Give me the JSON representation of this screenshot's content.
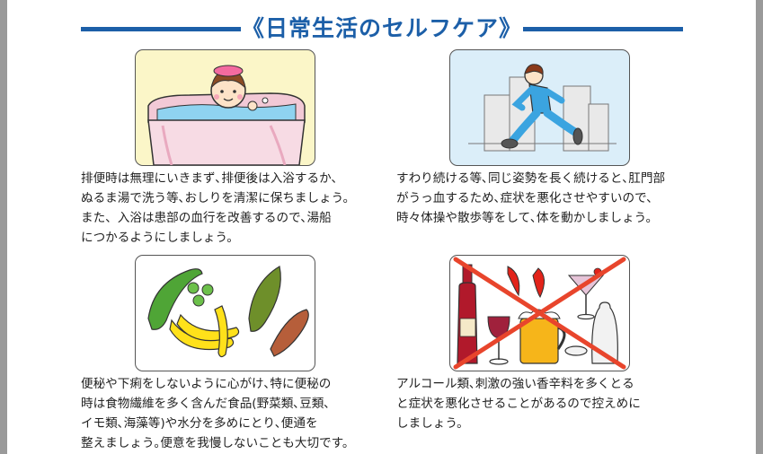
{
  "header": {
    "title": "《日常生活のセルフケア》"
  },
  "cards": [
    {
      "lines": [
        "排便時は無理にいきまず､排便後は入浴するか、",
        "ぬるま湯で洗う等､おしりを清潔に保ちましょう。",
        "また、入浴は患部の血行を改善するので､湯船",
        "につかるようにしましょう。"
      ]
    },
    {
      "lines": [
        "すわり続ける等､同じ姿勢を長く続けると､肛門部",
        "がうっ血するため､症状を悪化させやすいので、",
        "時々体操や散歩等をして､体を動かしましょう。"
      ]
    },
    {
      "lines": [
        "便秘や下痢をしないように心がけ､特に便秘の",
        "時は食物繊維を多く含んだ食品(野菜類､豆類､",
        "イモ類､海藻等)や水分を多めにとり､便通を",
        "整えましょう｡便意を我慢しないことも大切です。"
      ]
    },
    {
      "lines": [
        "アルコール類､刺激の強い香辛料を多くとる",
        "と症状を悪化させることがあるので控えめに",
        "しましょう。"
      ]
    }
  ],
  "colors": {
    "accent": "#1c5fa8",
    "bath_bg": "#fbf6c8",
    "run_bg": "#dbeef9",
    "cross": "#e8452c"
  },
  "icons": [
    "bath-illustration",
    "jogging-illustration",
    "fiber-foods-illustration",
    "no-alcohol-spice-illustration"
  ]
}
